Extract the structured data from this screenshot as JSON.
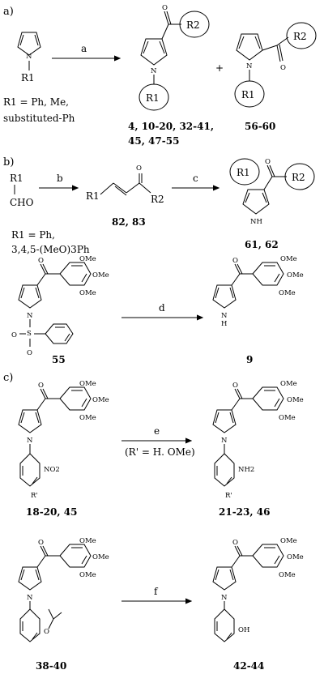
{
  "sections": {
    "a": "a)",
    "b": "b)",
    "c": "c)"
  },
  "scheme_a": {
    "arrow_label": "a",
    "r1_pyrrole_label": "R1",
    "r1_definition_line1": "R1 = Ph, Me,",
    "r1_definition_line2": "substituted-Ph",
    "product1_r1": "R1",
    "product1_r2": "R2",
    "product1_o": "O",
    "product1_n": "N",
    "plus": "+",
    "product2_r1": "R1",
    "product2_r2": "R2",
    "product2_o": "O",
    "product2_n": "N",
    "compounds_product1_line1": "4, 10-20, 32-41,",
    "compounds_product1_line2": "45, 47-55",
    "compounds_product2": "56-60"
  },
  "scheme_b": {
    "start_r1": "R1",
    "start_cho": "CHO",
    "arrow1_label": "b",
    "enone_r1": "R1",
    "enone_r2": "R2",
    "enone_o": "O",
    "enone_compounds": "82, 83",
    "arrow2_label": "c",
    "product_r1": "R1",
    "product_r2": "R2",
    "product_o": "O",
    "product_nh": "NH",
    "product_compounds": "61, 62",
    "r1_definition_line1": "R1 = Ph,",
    "r1_definition_line2": "3,4,5-(MeO)3Ph"
  },
  "scheme_d": {
    "arrow_label": "d",
    "start_compound": "55",
    "product_compound": "9",
    "ome1": "OMe",
    "ome2": "OMe",
    "ome3": "OMe",
    "so2": "O=S=O",
    "s_label": "S",
    "o_label": "O",
    "n_label": "N",
    "h_label": "H"
  },
  "scheme_e": {
    "arrow_label": "e",
    "arrow_note": "(R' = H. OMe)",
    "start_compounds": "18-20, 45",
    "product_compounds": "21-23, 46",
    "no2": "NO2",
    "nh2": "NH2",
    "r_prime": "R'",
    "ome": "OMe"
  },
  "scheme_f": {
    "arrow_label": "f",
    "start_compounds": "38-40",
    "product_compounds": "42-44",
    "o_label": "O",
    "oh": "OH",
    "ome": "OMe"
  }
}
